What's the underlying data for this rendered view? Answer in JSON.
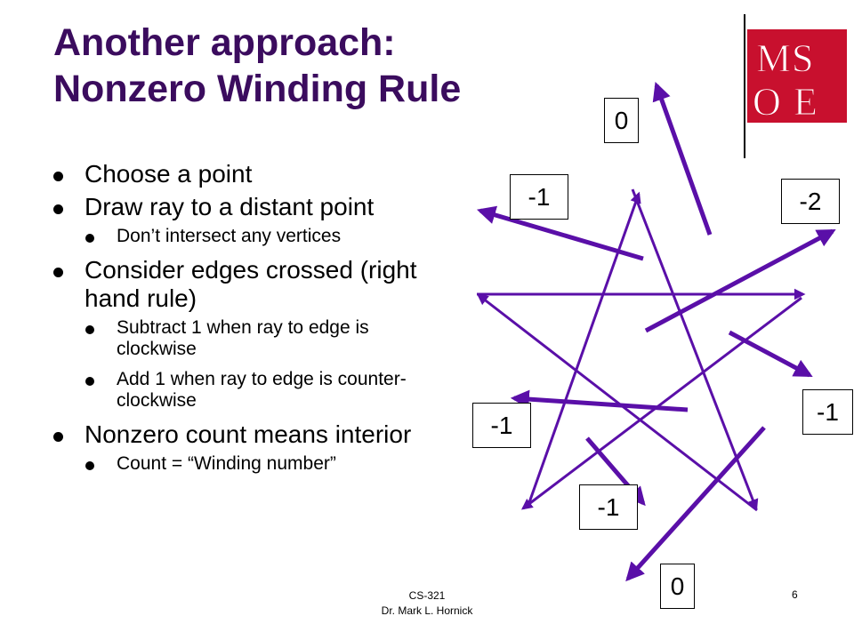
{
  "slide": {
    "title_line1": "Another approach:",
    "title_line2": "Nonzero Winding Rule",
    "bullets": [
      {
        "level": 1,
        "text": "Choose a point"
      },
      {
        "level": 1,
        "text": "Draw ray to a distant point"
      },
      {
        "level": 2,
        "text": "Don’t intersect any vertices"
      },
      {
        "level": 1,
        "text": "Consider edges crossed (right hand rule)"
      },
      {
        "level": 2,
        "text": "Subtract 1 when ray to edge is clockwise"
      },
      {
        "level": 2,
        "text": "Add 1 when ray to edge is counter-clockwise"
      },
      {
        "level": 1,
        "text": "Nonzero count means interior"
      },
      {
        "level": 2,
        "text": "Count = “Winding number”"
      }
    ],
    "logo_text": "MSOE",
    "winding_labels": {
      "top": "0",
      "upper_left": "-1",
      "upper_right": "-2",
      "right": "-1",
      "left": "-1",
      "lower_middle": "-1",
      "bottom": "0"
    },
    "footer_course": "CS-321",
    "footer_author": "Dr. Mark L. Hornick",
    "page_number": "6"
  },
  "colors": {
    "title": "#3b0c5e",
    "star_and_arrows": "#5a0fa8",
    "logo": "#c8102e"
  }
}
